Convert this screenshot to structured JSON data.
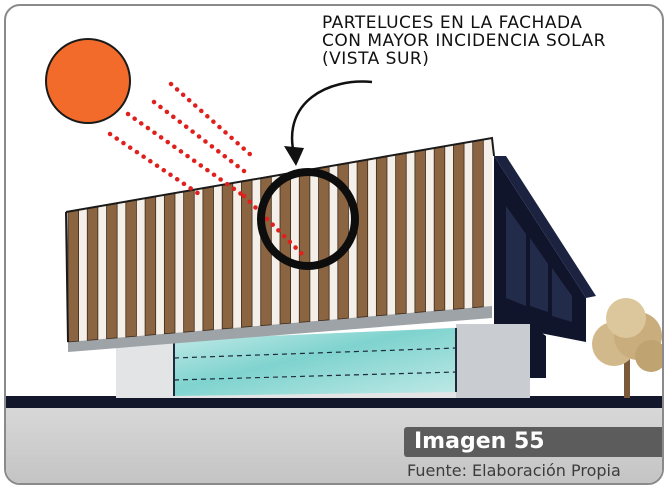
{
  "annotation": {
    "lines": [
      "PARTELUCES EN LA FACHADA",
      "CON MAYOR INCIDENCIA SOLAR",
      "(VISTA SUR)"
    ]
  },
  "caption": {
    "title": "Imagen 55",
    "source": "Fuente: Elaboración Propia"
  },
  "colors": {
    "sun": "#f26b2a",
    "sun_rays": "#e0201c",
    "louver_wood": "#8b6441",
    "louver_light": "#ffffff",
    "structure_dark": "#12172c",
    "glass": "#7fd3cf",
    "caption_bg": "#5c5c5c"
  },
  "icons": {
    "sun": "sun-icon",
    "arrow": "curved-arrow-icon",
    "highlight": "highlight-circle-icon",
    "tree": "tree-icon"
  }
}
